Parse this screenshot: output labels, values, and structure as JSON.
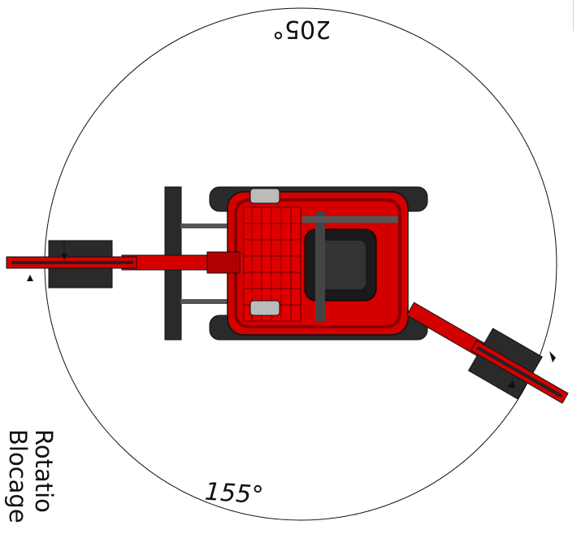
{
  "labels": {
    "angle_top": "205°",
    "angle_bottom": "155°",
    "side_text_1": "Rotatio",
    "side_text_2": "Blocage"
  },
  "colors": {
    "body_red": "#d40000",
    "dark_red": "#8a0000",
    "track_black": "#2a2a2a",
    "outline": "#111111"
  }
}
